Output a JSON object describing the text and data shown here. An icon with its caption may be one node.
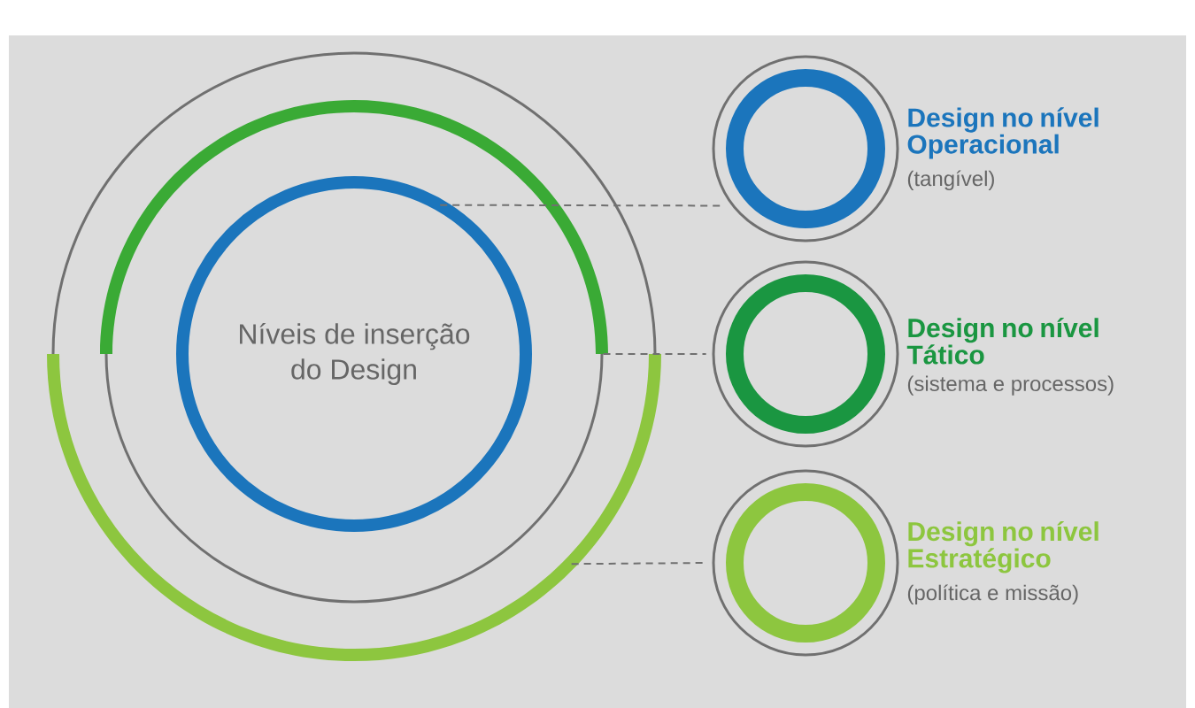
{
  "diagram": {
    "nodes": [
      {
        "text": [],
        "shape": "circle"
      },
      {
        "text": [],
        "shape": "circle",
        "in": 0
      },
      {
        "text": [
          "Níveis de inserção do Design"
        ],
        "in": 1
      },
      {
        "text": [],
        "shape": "circle",
        "beside": [
          "Design no nível Operacional",
          "(tangível)"
        ]
      },
      {
        "text": [],
        "shape": "circle",
        "beside": [
          "Design no nível Tático",
          "(sistema e processos)"
        ]
      },
      {
        "text": [],
        "shape": "circle",
        "beside": [
          "Design no nível Estratégico",
          "(política e missão)"
        ]
      }
    ],
    "edges": [
      {
        "from": 2,
        "to": 3,
        "arrow": "none",
        "style": "dashed"
      },
      {
        "from": 1,
        "to": 4,
        "arrow": "none",
        "style": "dashed"
      },
      {
        "from": 0,
        "to": 5,
        "arrow": "none",
        "style": "dashed"
      }
    ]
  }
}
